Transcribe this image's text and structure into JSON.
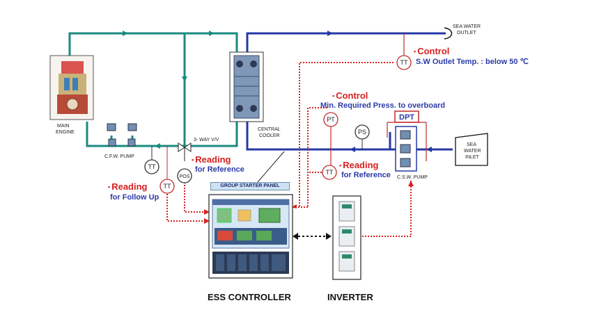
{
  "labels": {
    "sea_water_outlet_1": "SEA WATER",
    "sea_water_outlet_2": "OUTLET",
    "main_engine_1": "MAIN",
    "main_engine_2": "ENGINE",
    "central_cooler_1": "CENTRAL",
    "central_cooler_2": "COOLER",
    "three_way_valve": "3- WAY V/V",
    "cfw_pump": "C.F.W. PUMP",
    "csw_pump": "C.S.W. PUMP",
    "sea_water_inlet_1": "SEA",
    "sea_water_inlet_2": "WATER",
    "sea_water_inlet_3": "INLET",
    "group_starter_panel": "GROUP STARTER PANEL",
    "ess_controller": "ESS CONTROLLER",
    "inverter": "INVERTER"
  },
  "instruments": {
    "tt": "TT",
    "pt": "PT",
    "ps": "PS",
    "dpt": "DPT",
    "pos": "POS"
  },
  "annotations": {
    "control_sw": {
      "bullet": "▪",
      "title": "Control",
      "subtitle": "S.W Outlet Temp. : below 50 ℃"
    },
    "control_press": {
      "bullet": "▪",
      "title": "Control",
      "subtitle": "Min. Required Press. to overboard"
    },
    "reading_valve": {
      "bullet": "▪",
      "title": "Reading",
      "subtitle": "for Reference"
    },
    "reading_sw": {
      "bullet": "▪",
      "title": "Reading",
      "subtitle": "for Reference"
    },
    "reading_followup": {
      "bullet": "▪",
      "title": "Reading",
      "subtitle": "for Follow Up"
    }
  },
  "colors": {
    "fresh_water_line": "#1a8a80",
    "sea_water_line": "#2538a5",
    "signal_line": "#d62020",
    "instrument_ring": "#c0282c"
  }
}
